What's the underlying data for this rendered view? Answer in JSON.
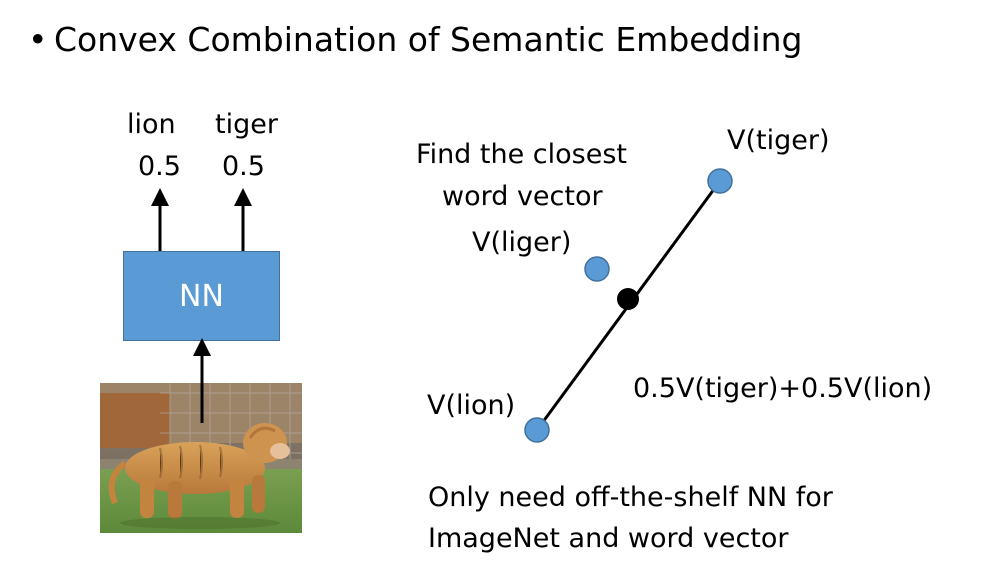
{
  "title": {
    "bullet": "•",
    "text": "Convex Combination of Semantic Embedding"
  },
  "nn_diagram": {
    "output_lion_label": "lion",
    "output_tiger_label": "tiger",
    "output_lion_value": "0.5",
    "output_tiger_value": "0.5",
    "box_label": "NN",
    "input_image": "liger-photo"
  },
  "embedding_space": {
    "tiger_point_label": "V(tiger)",
    "lion_point_label": "V(lion)",
    "liger_point_label": "V(liger)",
    "closest_note_line1": "Find the closest",
    "closest_note_line2": "word vector",
    "combination_label": "0.5V(tiger)+0.5V(lion)",
    "point_color": "#5b9bd5",
    "midpoint_color": "#000000"
  },
  "footer_note": {
    "line1": "Only need off-the-shelf NN for",
    "line2": "ImageNet and word vector"
  }
}
